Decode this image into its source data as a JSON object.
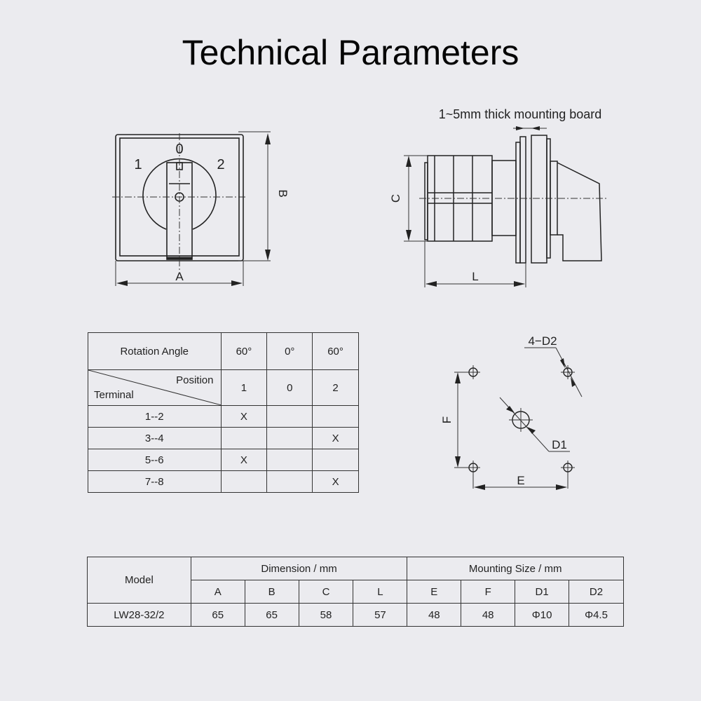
{
  "title": "Technical Parameters",
  "front_view": {
    "positions": [
      "1",
      "0",
      "2"
    ],
    "dim_width": "A",
    "dim_height": "B"
  },
  "side_view": {
    "board_note": "1~5mm thick mounting board",
    "dim_height": "C",
    "dim_length": "L"
  },
  "mounting_view": {
    "hole_label": "4−D2",
    "center_label": "D1",
    "dim_horizontal": "E",
    "dim_vertical": "F"
  },
  "switch_table": {
    "angle_label": "Rotation Angle",
    "angles": [
      "60°",
      "0°",
      "60°"
    ],
    "position_label": "Position",
    "terminal_label": "Terminal",
    "positions": [
      "1",
      "0",
      "2"
    ],
    "rows": [
      {
        "terminal": "1--2",
        "cells": [
          "X",
          "",
          ""
        ]
      },
      {
        "terminal": "3--4",
        "cells": [
          "",
          "",
          "X"
        ]
      },
      {
        "terminal": "5--6",
        "cells": [
          "X",
          "",
          ""
        ]
      },
      {
        "terminal": "7--8",
        "cells": [
          "",
          "",
          "X"
        ]
      }
    ]
  },
  "dimension_table": {
    "model_label": "Model",
    "dimension_group": "Dimension / mm",
    "mounting_group": "Mounting Size / mm",
    "columns": [
      "A",
      "B",
      "C",
      "L",
      "E",
      "F",
      "D1",
      "D2"
    ],
    "rows": [
      {
        "model": "LW28-32/2",
        "values": [
          "65",
          "65",
          "58",
          "57",
          "48",
          "48",
          "Φ10",
          "Φ4.5"
        ]
      }
    ]
  }
}
